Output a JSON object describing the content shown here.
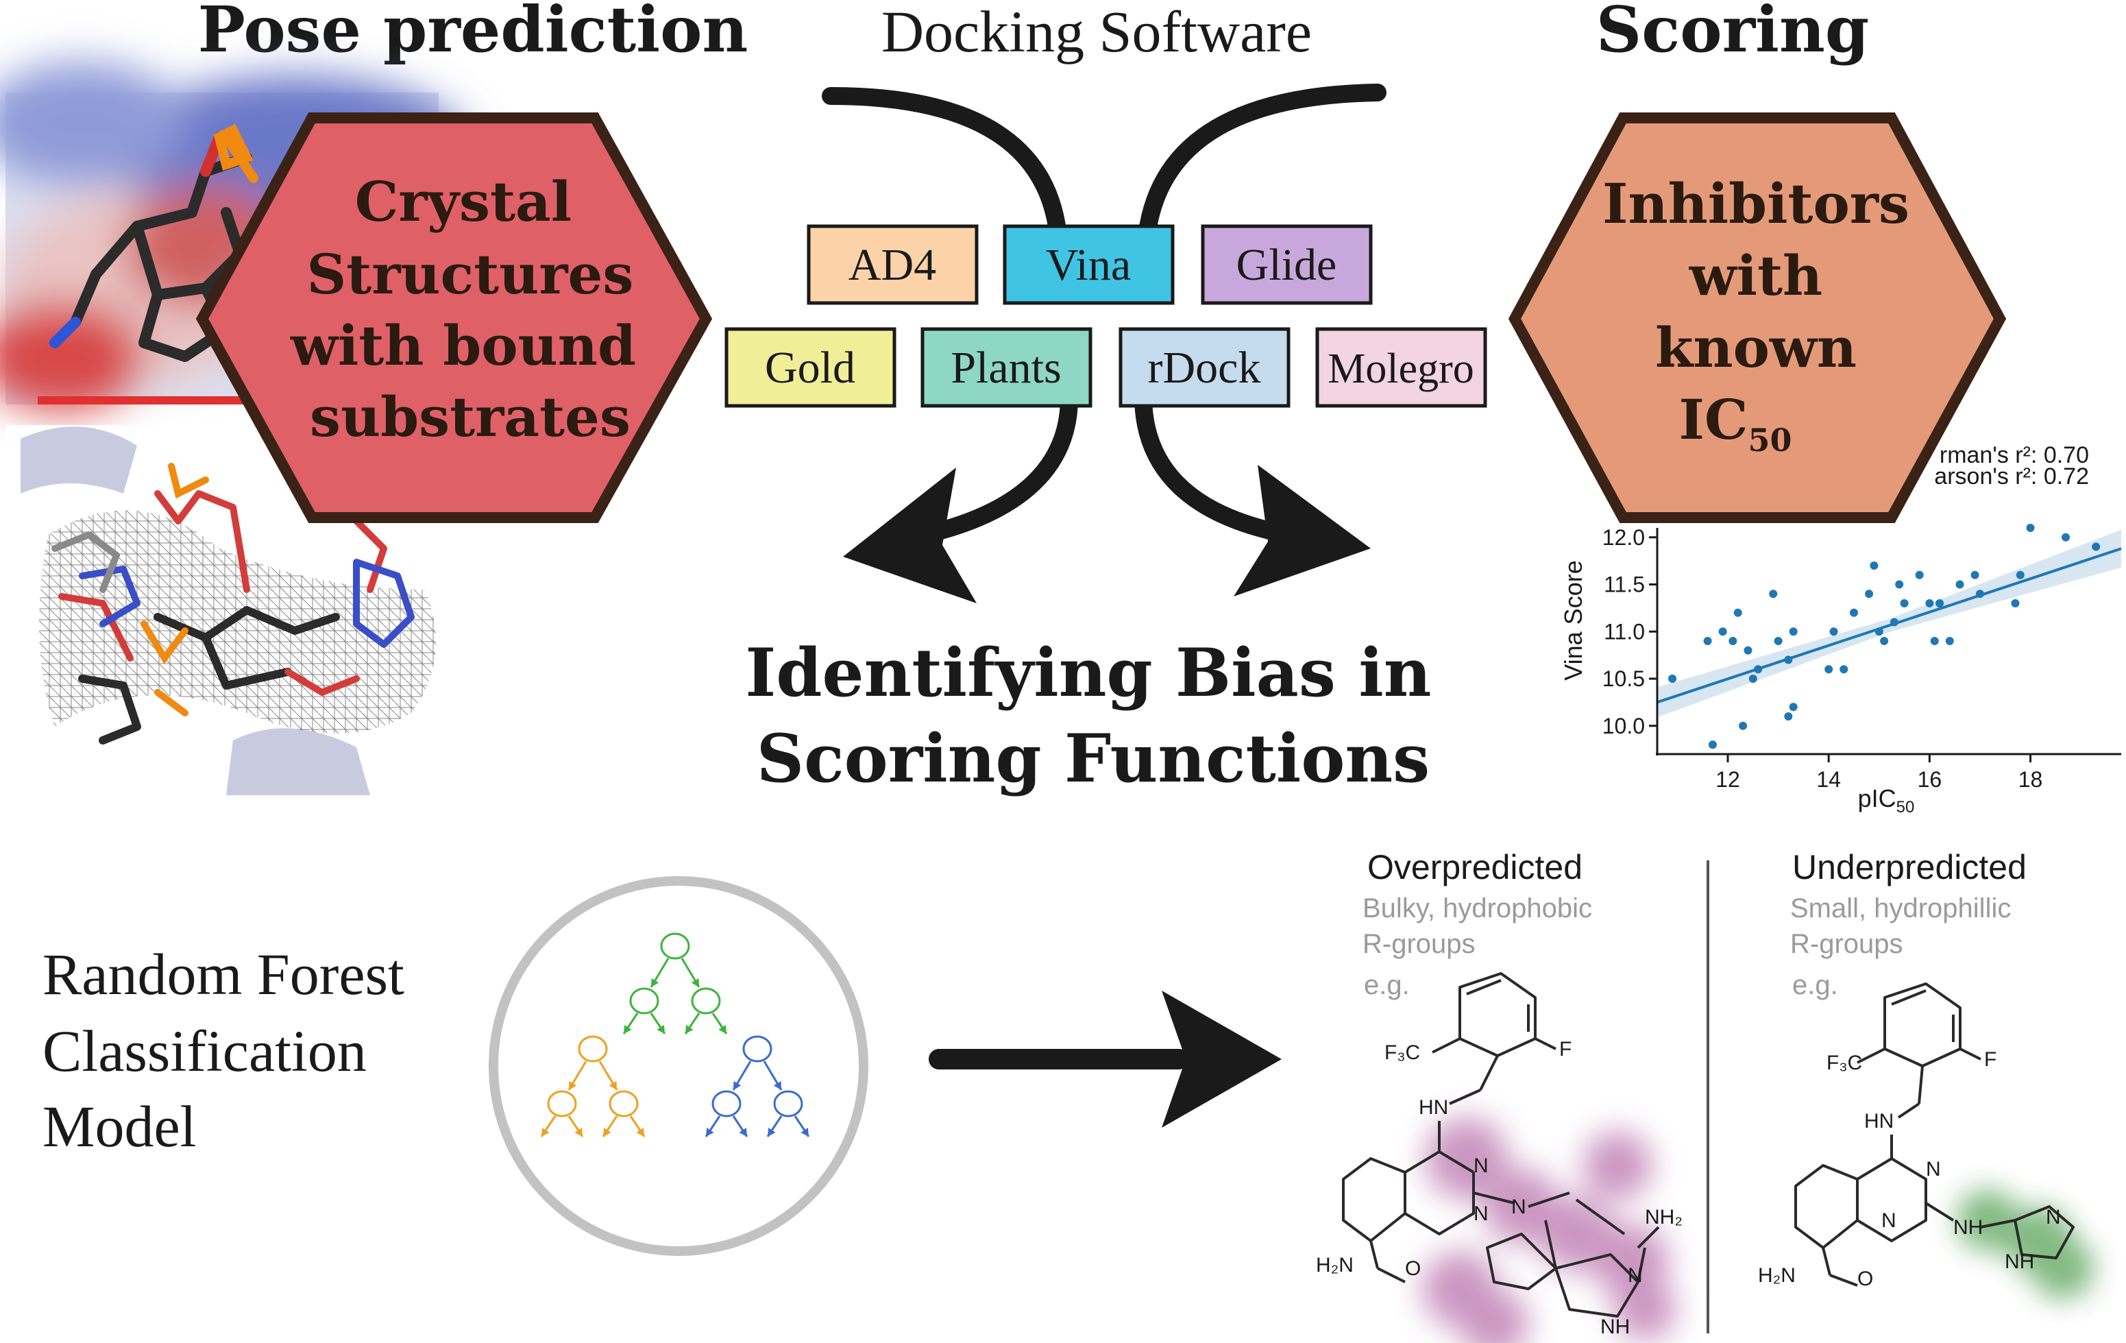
{
  "headings": {
    "pose_prediction": "Pose prediction",
    "docking_software": "Docking Software",
    "scoring": "Scoring"
  },
  "hexagons": {
    "crystal": [
      "Crystal",
      "Structures",
      "with bound",
      "substrates"
    ],
    "inhibitors": [
      "Inhibitors",
      "with",
      "known"
    ],
    "ic": "IC",
    "ic_sub": "50"
  },
  "software": [
    "AD4",
    "Vina",
    "Glide",
    "Gold",
    "Plants",
    "rDock",
    "Molegro"
  ],
  "colors": {
    "hex_crystal": "#e06068",
    "hex_inhibitors": "#e49a78",
    "hex_border": "#3b2216",
    "AD4": "#fcd3a8",
    "Vina": "#3fc4e4",
    "Glide": "#c8a8dc",
    "Gold": "#f1ee98",
    "Plants": "#8ed7c5",
    "rDock": "#c5dcee",
    "Molegro": "#f2d5e1",
    "tree_green": "#3cb43c",
    "tree_orange": "#f0a020",
    "tree_blue": "#3a6bd0",
    "overpredicted_highlight": "#a04090",
    "underpredicted_highlight": "#2e8a2e",
    "series": "#1f77b4"
  },
  "bias_title": [
    "Identifying Bias in",
    "Scoring Functions"
  ],
  "random_forest": [
    "Random Forest",
    "Classification",
    "Model"
  ],
  "panels": {
    "over": {
      "title": "Overpredicted",
      "desc1": "Bulky, hydrophobic",
      "desc2": "R-groups",
      "eg": "e.g."
    },
    "under": {
      "title": "Underpredicted",
      "desc1": "Small, hydrophillic",
      "desc2": "R-groups",
      "eg": "e.g."
    }
  },
  "chem_labels": {
    "f3c": "F₃C",
    "f": "F",
    "hn": "HN",
    "n": "N",
    "nh": "NH",
    "nh2": "NH₂",
    "h2n": "H₂N",
    "o": "O"
  },
  "icons": [
    "molecular-surface-image",
    "electron-density-image",
    "random-forest-tree-icon",
    "right-arrow-icon",
    "curved-arrow-icon"
  ],
  "chart_data": {
    "type": "scatter",
    "xlabel": "pIC50",
    "ylabel": "Vina Score",
    "annotations": [
      "rman's r²: 0.70",
      "arson's r²: 0.72"
    ],
    "xlim": [
      10.6,
      19.8
    ],
    "ylim": [
      9.7,
      12.1
    ],
    "xticks": [
      12,
      14,
      16,
      18
    ],
    "yticks": [
      10.0,
      10.5,
      11.0,
      11.5,
      12.0
    ],
    "ytick_labels": [
      "10.0",
      "10.5",
      "11.0",
      "11.5",
      "12.0"
    ],
    "grid": false,
    "regression": {
      "x": [
        10.6,
        19.8
      ],
      "y": [
        10.25,
        11.88
      ]
    },
    "points": [
      {
        "x": 10.9,
        "y": 10.5
      },
      {
        "x": 11.7,
        "y": 9.8
      },
      {
        "x": 11.6,
        "y": 10.9
      },
      {
        "x": 11.9,
        "y": 11.0
      },
      {
        "x": 12.1,
        "y": 10.9
      },
      {
        "x": 12.2,
        "y": 11.2
      },
      {
        "x": 12.3,
        "y": 10.0
      },
      {
        "x": 12.4,
        "y": 10.8
      },
      {
        "x": 12.5,
        "y": 10.5
      },
      {
        "x": 12.6,
        "y": 10.6
      },
      {
        "x": 12.9,
        "y": 11.4
      },
      {
        "x": 13.0,
        "y": 10.9
      },
      {
        "x": 13.2,
        "y": 10.1
      },
      {
        "x": 13.3,
        "y": 10.2
      },
      {
        "x": 13.2,
        "y": 10.7
      },
      {
        "x": 13.3,
        "y": 11.0
      },
      {
        "x": 14.0,
        "y": 10.6
      },
      {
        "x": 14.1,
        "y": 11.0
      },
      {
        "x": 14.3,
        "y": 10.6
      },
      {
        "x": 14.5,
        "y": 11.2
      },
      {
        "x": 14.8,
        "y": 11.4
      },
      {
        "x": 14.9,
        "y": 11.7
      },
      {
        "x": 15.0,
        "y": 11.0
      },
      {
        "x": 15.1,
        "y": 10.9
      },
      {
        "x": 15.3,
        "y": 11.1
      },
      {
        "x": 15.4,
        "y": 11.5
      },
      {
        "x": 15.5,
        "y": 11.3
      },
      {
        "x": 15.8,
        "y": 11.6
      },
      {
        "x": 16.0,
        "y": 11.3
      },
      {
        "x": 16.1,
        "y": 10.9
      },
      {
        "x": 16.2,
        "y": 11.3
      },
      {
        "x": 16.4,
        "y": 10.9
      },
      {
        "x": 16.6,
        "y": 11.5
      },
      {
        "x": 16.9,
        "y": 11.6
      },
      {
        "x": 17.0,
        "y": 11.4
      },
      {
        "x": 17.7,
        "y": 11.3
      },
      {
        "x": 17.8,
        "y": 11.6
      },
      {
        "x": 18.0,
        "y": 12.1
      },
      {
        "x": 18.7,
        "y": 12.0
      },
      {
        "x": 19.3,
        "y": 11.9
      }
    ]
  }
}
